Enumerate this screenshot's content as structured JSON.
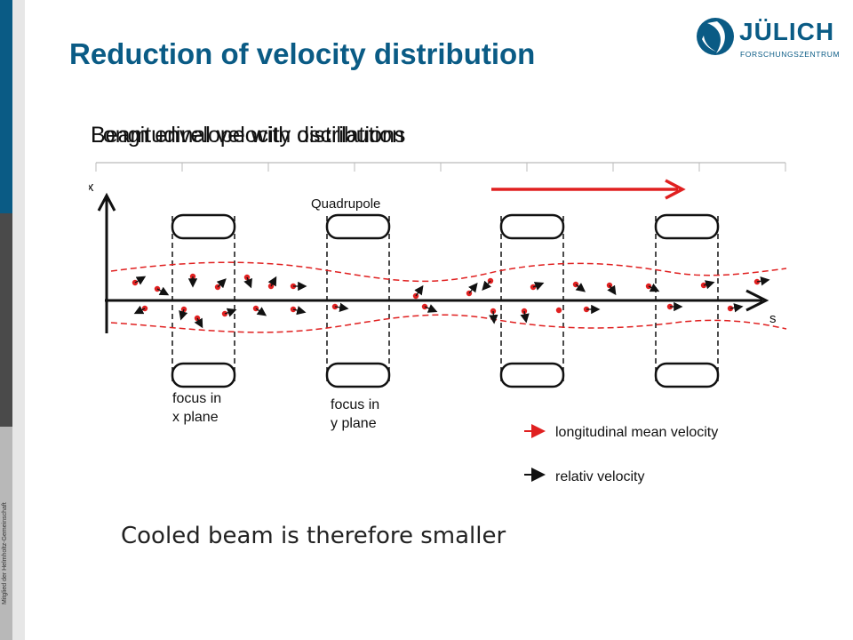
{
  "header": {
    "title": "Reduction of velocity distribution",
    "logo_name": "JÜLICH",
    "logo_sub": "FORSCHUNGSZENTRUM"
  },
  "sidebar": {
    "vertical_text": "Mitglied der Helmholtz-Gemeinschaft"
  },
  "overlapping_headings": [
    "Beam envelope with oscillations",
    "Longitudinal velocity distribution"
  ],
  "diagram": {
    "axis_x_label": "x",
    "axis_s_label": "s",
    "quadrupole_label": "Quadrupole",
    "focus_x_line1": "focus in",
    "focus_x_line2": "x plane",
    "focus_y_line1": "focus in",
    "focus_y_line2": "y plane",
    "legend": [
      {
        "label": "longitudinal mean velocity",
        "color": "#e02020"
      },
      {
        "label": "relativ velocity",
        "color": "#111111"
      }
    ]
  },
  "bottom_text": "Cooled beam is therefore smaller",
  "colors": {
    "brand_blue": "#0a5b85",
    "beam_red": "#e02020"
  }
}
